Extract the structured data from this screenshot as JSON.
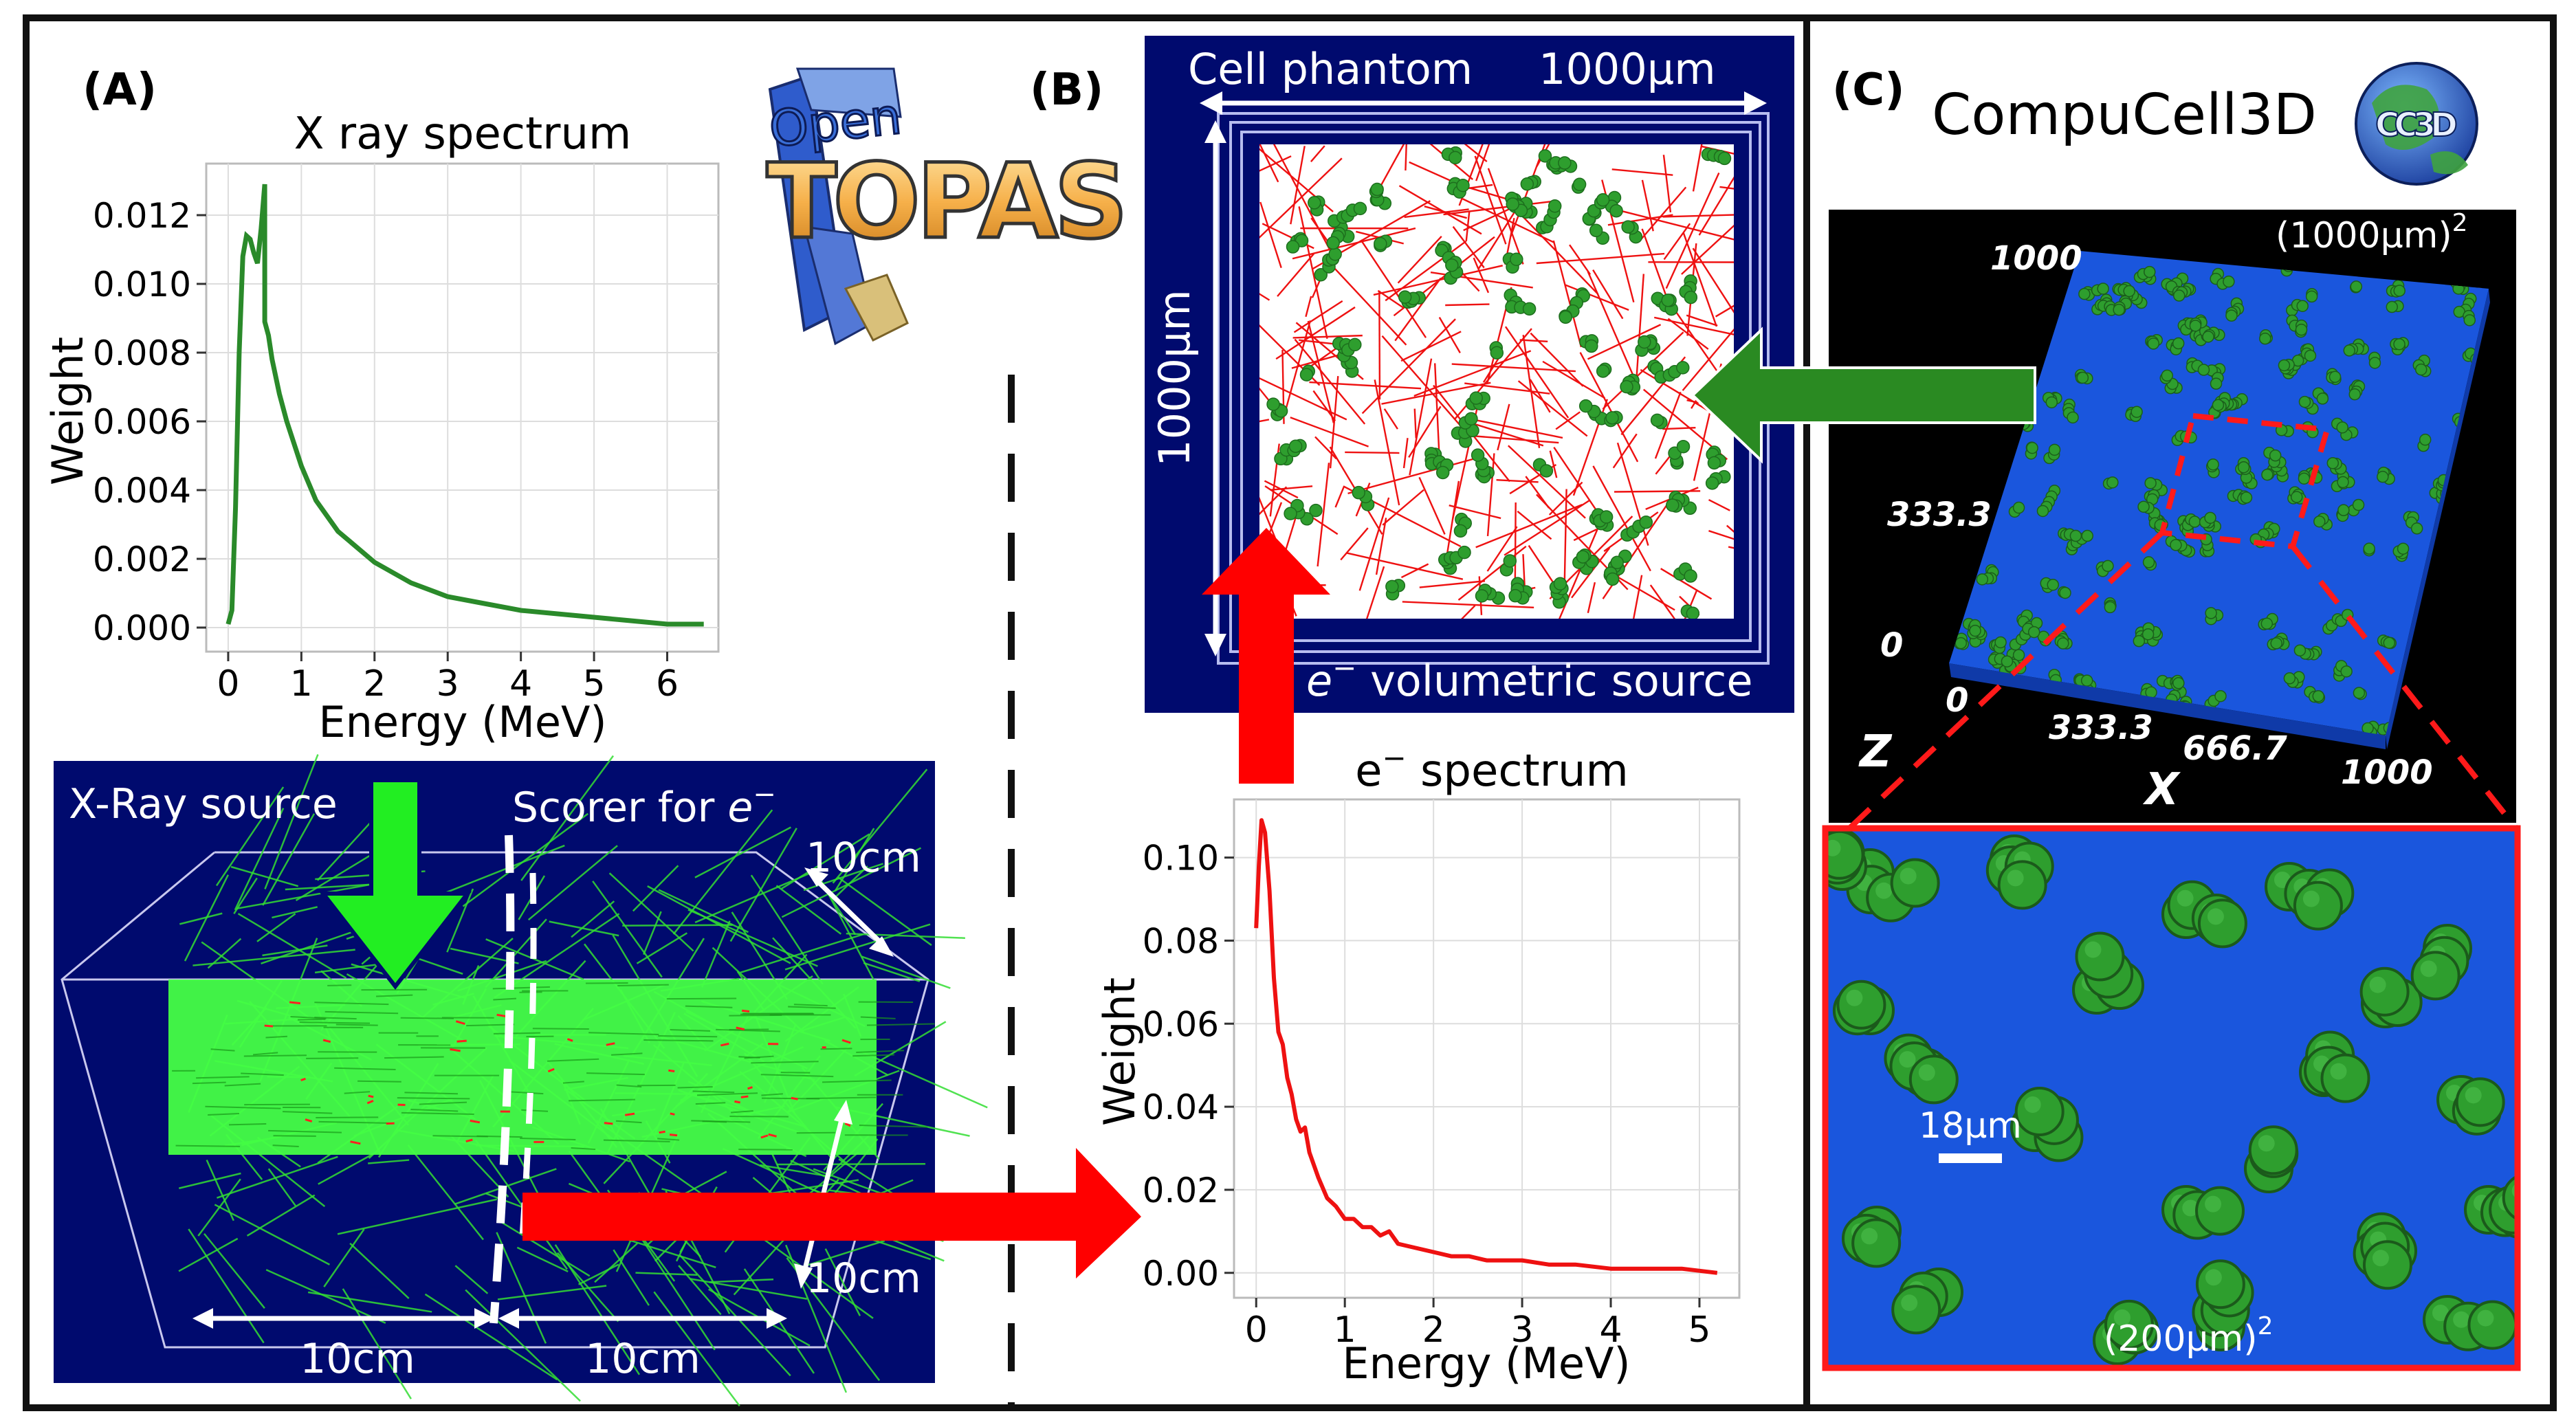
{
  "colors": {
    "navy": "#000a6e",
    "green_line": "#2a8a2a",
    "red_line": "#ee1111",
    "bright_green": "#22ee22",
    "cell_green": "#2e9e2e",
    "cc3d_blue": "#1a56dd",
    "panel_border": "#111111",
    "arrow_red": "#ff0000",
    "arrow_green": "#2a8a22"
  },
  "icons": [
    "topas-logo-icon",
    "cc3d-globe-icon",
    "down-arrow-icon",
    "right-arrow-icon",
    "up-arrow-icon",
    "left-arrow-icon"
  ],
  "panel_a": {
    "label": "(A)",
    "xray_chart": {
      "title": "X ray spectrum",
      "xlabel": "Energy (MeV)",
      "ylabel": "Weight",
      "xticks": [
        "0",
        "1",
        "2",
        "3",
        "4",
        "5",
        "6"
      ],
      "yticks": [
        "0.000",
        "0.002",
        "0.004",
        "0.006",
        "0.008",
        "0.010",
        "0.012"
      ]
    },
    "logo": {
      "line1": "Open",
      "line2": "TOPAS"
    },
    "source_box": {
      "xray_label": "X-Ray source",
      "scorer_label": "Scorer for ",
      "scorer_sym": "e",
      "scorer_sup": "−",
      "dim_depth": "10cm",
      "dim_height": "10cm",
      "dim_left": "10cm",
      "dim_right": "10cm"
    }
  },
  "panel_b": {
    "label": "(B)",
    "phantom": {
      "title": "Cell phantom",
      "width_label": "1000μm",
      "height_label": "1000μm",
      "source_sym": "e",
      "source_sup": "−",
      "source_label": " volumetric source"
    },
    "e_chart": {
      "title_sym": "e",
      "title_sup": "−",
      "title_rest": " spectrum",
      "xlabel": "Energy (MeV)",
      "ylabel": "Weight",
      "xticks": [
        "0",
        "1",
        "2",
        "3",
        "4",
        "5"
      ],
      "yticks": [
        "0.00",
        "0.02",
        "0.04",
        "0.06",
        "0.08",
        "0.10"
      ]
    }
  },
  "panel_c": {
    "label": "(C)",
    "title": "CompuCell3D",
    "logo_text": "CC3D",
    "view3d": {
      "area_label": "(1000μm)",
      "area_sup": "2",
      "y_top": "1000",
      "y_mid": "333.3",
      "y_zero": "0",
      "x_zero": "0",
      "x_t1": "333.3",
      "x_t2": "666.7",
      "x_t3": "1000",
      "z_axis": "Z",
      "x_axis": "X"
    },
    "zoom": {
      "scale_label": "18μm",
      "area_label": "(200μm)",
      "area_sup": "2"
    }
  },
  "chart_data": [
    {
      "type": "line",
      "title": "X ray spectrum",
      "xlabel": "Energy (MeV)",
      "ylabel": "Weight",
      "xlim": [
        -0.3,
        6.7
      ],
      "ylim": [
        -0.0007,
        0.0135
      ],
      "series": [
        {
          "color": "#2a8a2a",
          "x": [
            0.0,
            0.05,
            0.1,
            0.15,
            0.2,
            0.25,
            0.3,
            0.35,
            0.4,
            0.45,
            0.5,
            0.5,
            0.55,
            0.6,
            0.7,
            0.8,
            1.0,
            1.2,
            1.5,
            2.0,
            2.5,
            3.0,
            3.5,
            4.0,
            4.5,
            5.0,
            5.5,
            6.0,
            6.5
          ],
          "y": [
            0.0001,
            0.0005,
            0.0035,
            0.008,
            0.0108,
            0.0114,
            0.0113,
            0.0109,
            0.0106,
            0.0116,
            0.0129,
            0.0089,
            0.0085,
            0.0078,
            0.0068,
            0.006,
            0.0047,
            0.0037,
            0.0028,
            0.0019,
            0.0013,
            0.0009,
            0.0007,
            0.0005,
            0.0004,
            0.0003,
            0.0002,
            0.0001,
            0.0001
          ]
        }
      ]
    },
    {
      "type": "line",
      "title": "e− spectrum",
      "xlabel": "Energy (MeV)",
      "ylabel": "Weight",
      "xlim": [
        -0.25,
        5.45
      ],
      "ylim": [
        -0.006,
        0.114
      ],
      "series": [
        {
          "color": "#ee1111",
          "x": [
            0.0,
            0.03,
            0.06,
            0.1,
            0.15,
            0.2,
            0.25,
            0.3,
            0.35,
            0.4,
            0.45,
            0.5,
            0.55,
            0.6,
            0.7,
            0.8,
            0.9,
            1.0,
            1.1,
            1.2,
            1.3,
            1.4,
            1.5,
            1.6,
            1.8,
            2.0,
            2.2,
            2.4,
            2.6,
            2.8,
            3.0,
            3.3,
            3.6,
            4.0,
            4.4,
            4.8,
            5.2
          ],
          "y": [
            0.083,
            0.098,
            0.109,
            0.106,
            0.092,
            0.071,
            0.058,
            0.055,
            0.047,
            0.043,
            0.037,
            0.034,
            0.035,
            0.029,
            0.023,
            0.018,
            0.016,
            0.013,
            0.013,
            0.011,
            0.011,
            0.009,
            0.01,
            0.007,
            0.006,
            0.005,
            0.004,
            0.004,
            0.003,
            0.003,
            0.003,
            0.002,
            0.002,
            0.001,
            0.001,
            0.001,
            0.0
          ]
        }
      ]
    }
  ]
}
